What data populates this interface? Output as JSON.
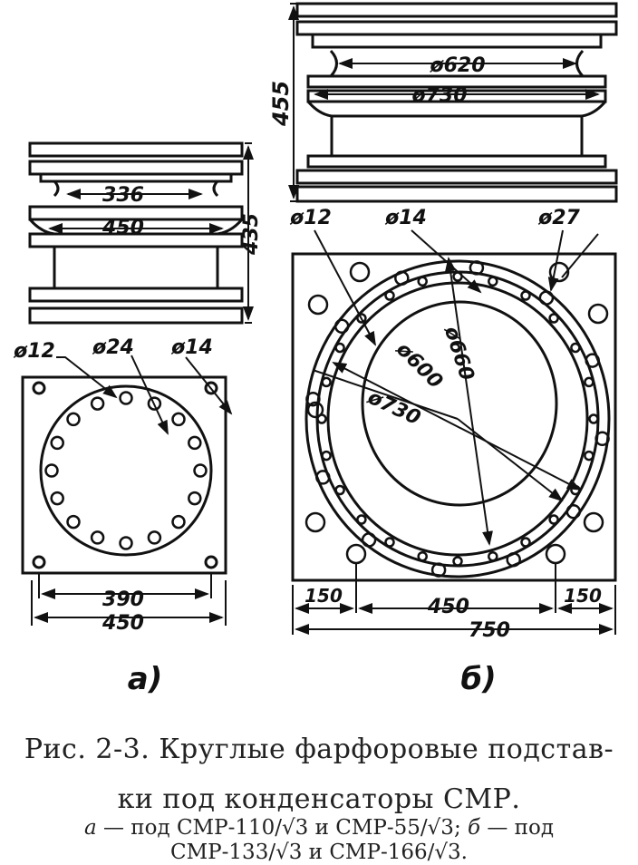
{
  "figure_a": {
    "dim_height": "435",
    "dim_inner_ring": "336",
    "dim_outer_ring": "450",
    "hole_labels": [
      "ø12",
      "ø24",
      "ø14"
    ],
    "dim_bolt_span": "390",
    "dim_base_width": "450",
    "label": "а)"
  },
  "figure_b": {
    "dim_height": "455",
    "dim_inner_ring": "ø620",
    "dim_outer_ring": "ø730",
    "hole_labels": [
      "ø12",
      "ø14",
      "ø27"
    ],
    "circle_labels": [
      "ø660",
      "ø600",
      "ø730"
    ],
    "dim_side_left": "150",
    "dim_center": "450",
    "dim_side_right": "150",
    "dim_base_width": "750",
    "label": "б)"
  },
  "caption": {
    "title_line1": "Рис. 2-3. Круглые фарфоровые подстав-",
    "title_line2": "ки под конденсаторы СМР.",
    "a_marker": "а",
    "a_text": " — под СМР-110/√3 и СМР-55/√3; ",
    "b_marker": "б",
    "b_text": " — под",
    "line4": "СМР-133/√3 и СМР-166/√3."
  }
}
